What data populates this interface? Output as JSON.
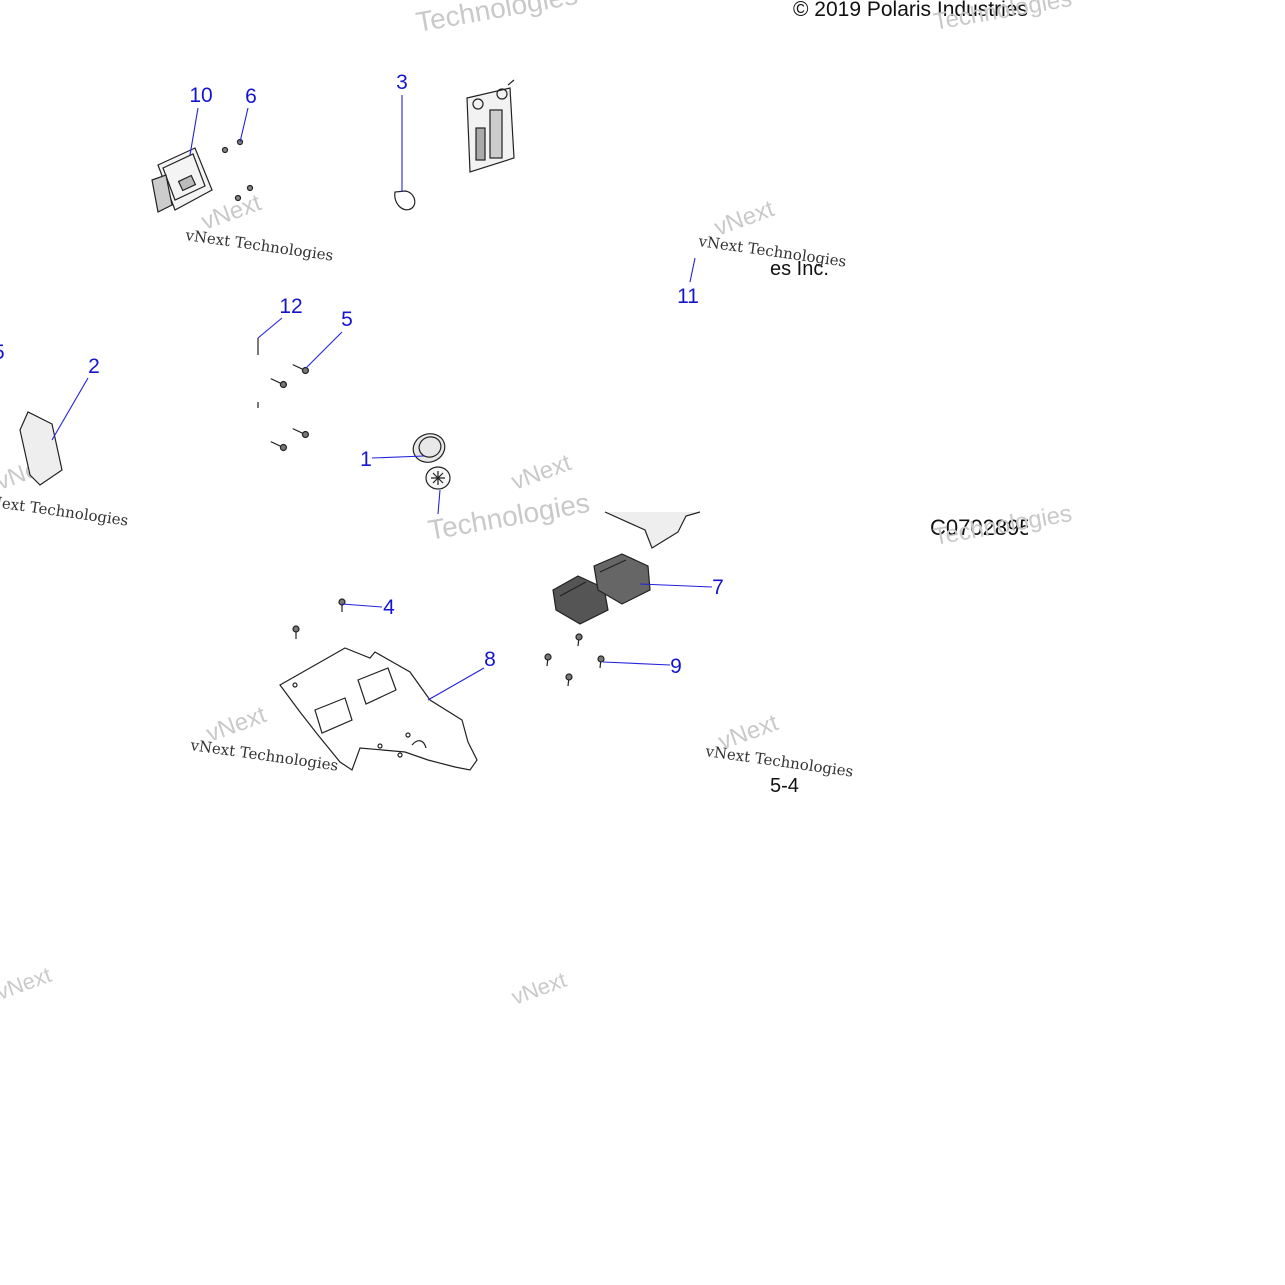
{
  "copyright": "© 2019 Polaris Industries",
  "drawing_code": "C0702895",
  "fragments": {
    "inc": "es Inc.",
    "page": "5-4"
  },
  "watermark": {
    "brand": "vNext Technologies",
    "word_a": "vNext",
    "word_b": "Technologies"
  },
  "callouts": [
    {
      "id": "1",
      "label": "1"
    },
    {
      "id": "2",
      "label": "2"
    },
    {
      "id": "3",
      "label": "3"
    },
    {
      "id": "4",
      "label": "4"
    },
    {
      "id": "5",
      "label": "5"
    },
    {
      "id": "6",
      "label": "6"
    },
    {
      "id": "7",
      "label": "7"
    },
    {
      "id": "8",
      "label": "8"
    },
    {
      "id": "9",
      "label": "9"
    },
    {
      "id": "10",
      "label": "10"
    },
    {
      "id": "11",
      "label": "11"
    },
    {
      "id": "12",
      "label": "12"
    }
  ],
  "colors": {
    "callout": "#1515d0",
    "leader": "#2222dd",
    "line": "#222222",
    "watermark": "#c9c9c9"
  }
}
